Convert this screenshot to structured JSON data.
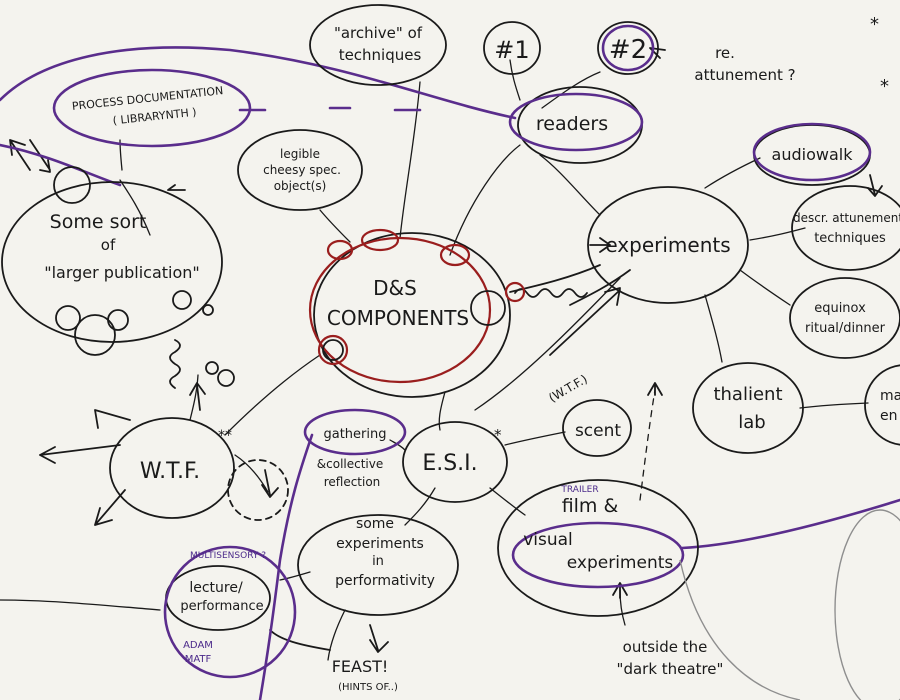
{
  "center": {
    "line1": "D&S",
    "line2": "COMPONENTS"
  },
  "nodes": {
    "archive": {
      "line1": "\"archive\" of",
      "line2": "techniques"
    },
    "num1": "#1",
    "num2": "#2",
    "attunement_note": {
      "line1": "re.",
      "line2": "attunement ?"
    },
    "readers": "readers",
    "process_doc": {
      "line1": "PROCESS DOCUMENTATION",
      "line2": "( LIBRARYNTH )"
    },
    "legible": {
      "line1": "legible",
      "line2": "cheesy spec.",
      "line3": "object(s)"
    },
    "publication": {
      "line1": "Some sort",
      "line2": "of",
      "line3": "\"larger publication\""
    },
    "experiments": "experiments",
    "audiowalk": "audiowalk",
    "descr": {
      "line1": "descr. attunement",
      "line2": "techniques"
    },
    "equinox": {
      "line1": "equinox",
      "line2": "ritual/dinner"
    },
    "thalient": {
      "line1": "thalient",
      "line2": "lab"
    },
    "thalient_right": {
      "line1": "ma",
      "line2": "en"
    },
    "wtf": "W.T.F.",
    "wtf_mark": "**",
    "gathering": "gathering",
    "collective": {
      "line1": "&collective",
      "line2": "reflection"
    },
    "esi": "E.S.I.",
    "esi_mark": "*",
    "scent": "scent",
    "wtf_arrow": "(W.T.F.)",
    "film": {
      "trailer": "TRAILER",
      "line1": "film &",
      "line2": "visual",
      "line3": "experiments"
    },
    "performativity": {
      "line1": "some",
      "line2": "experiments",
      "line3": "in",
      "line4": "performativity"
    },
    "multisensory": "MULTISENSORY ?",
    "lecture": {
      "line1": "lecture/",
      "line2": "performance"
    },
    "adam": {
      "line1": "ADAM",
      "line2": "MATF"
    },
    "feast": {
      "line1": "FEAST!",
      "line2": "(HINTS OF..)"
    },
    "dark_theatre": {
      "line1": "outside the",
      "line2": "\"dark theatre\""
    },
    "corner_marks": {
      "top": "*",
      "right": "*"
    }
  }
}
